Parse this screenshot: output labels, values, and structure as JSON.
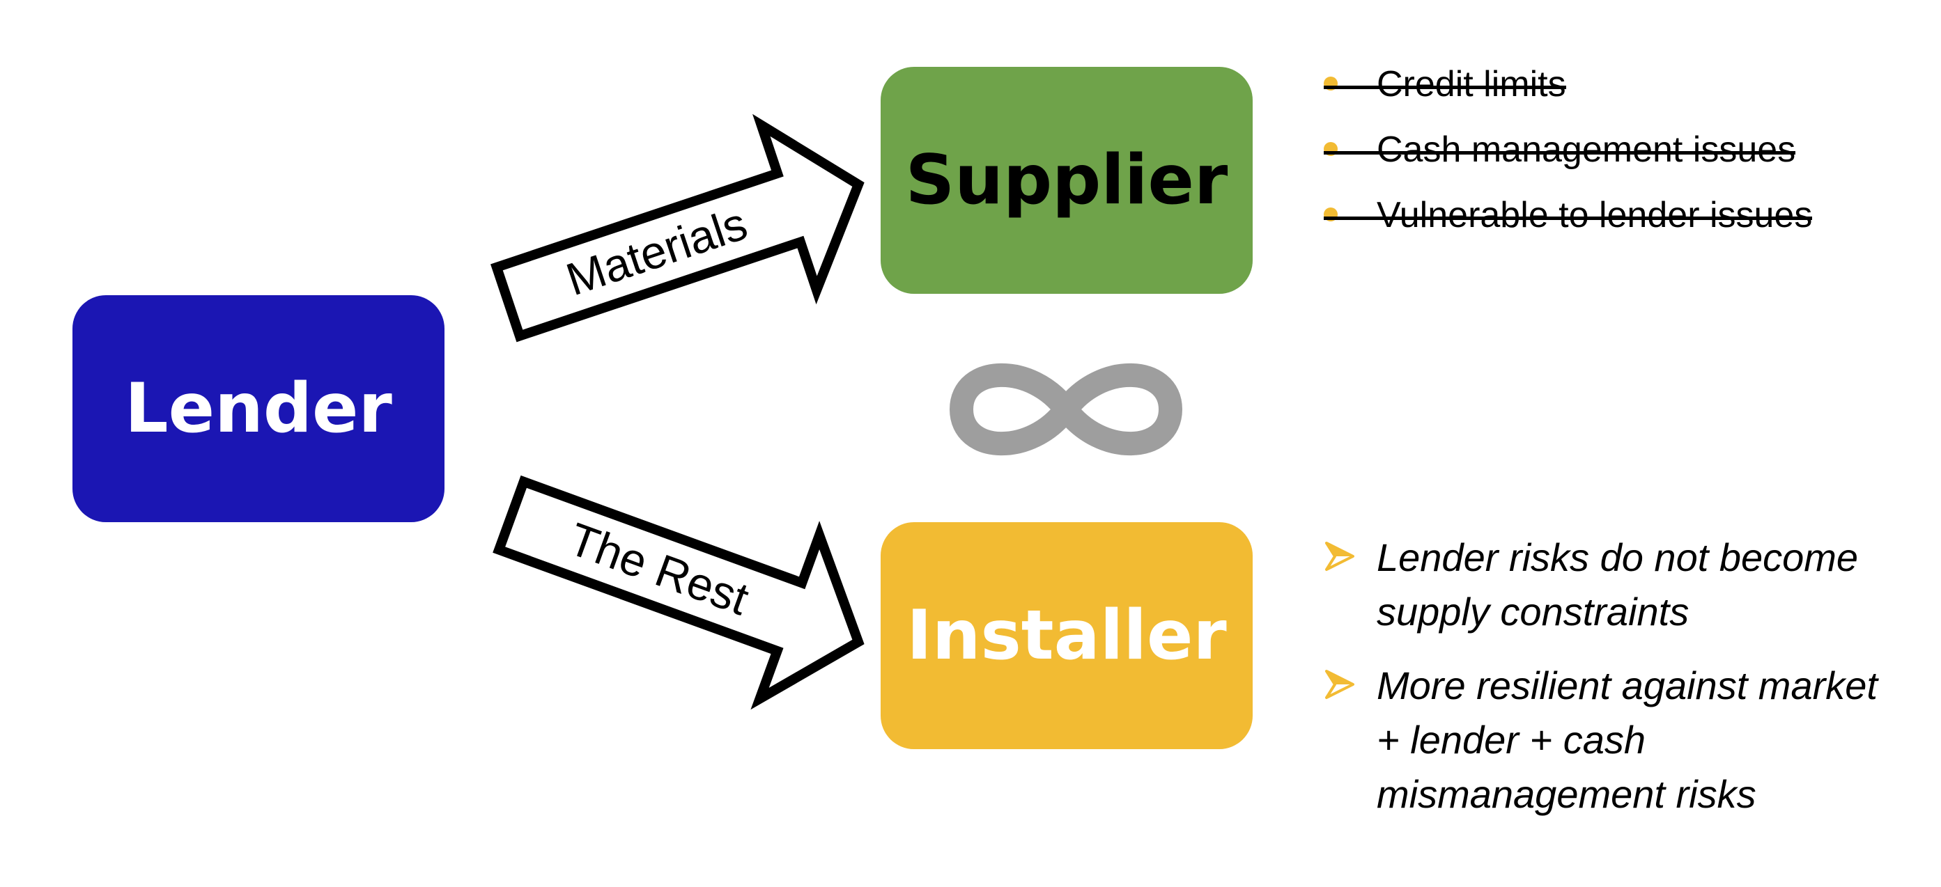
{
  "nodes": {
    "lender": "Lender",
    "supplier": "Supplier",
    "installer": "Installer"
  },
  "edges": {
    "materials": "Materials",
    "the_rest": "The Rest"
  },
  "supplier_risks": [
    "Credit limits",
    "Cash management issues",
    "Vulnerable to lender issues"
  ],
  "installer_benefits": [
    "Lender risks do not become supply constraints",
    "More resilient against market + lender + cash mismanagement risks"
  ],
  "colors": {
    "lender": "#1b16b3",
    "supplier": "#6fa34a",
    "installer": "#f2bb33",
    "infinity": "#9e9e9e",
    "bullet_accent": "#f2bb33"
  },
  "icons": {
    "center": "infinity-icon",
    "bullet_top": "dot-bullet-icon",
    "bullet_bottom": "arrowhead-bullet-icon"
  }
}
